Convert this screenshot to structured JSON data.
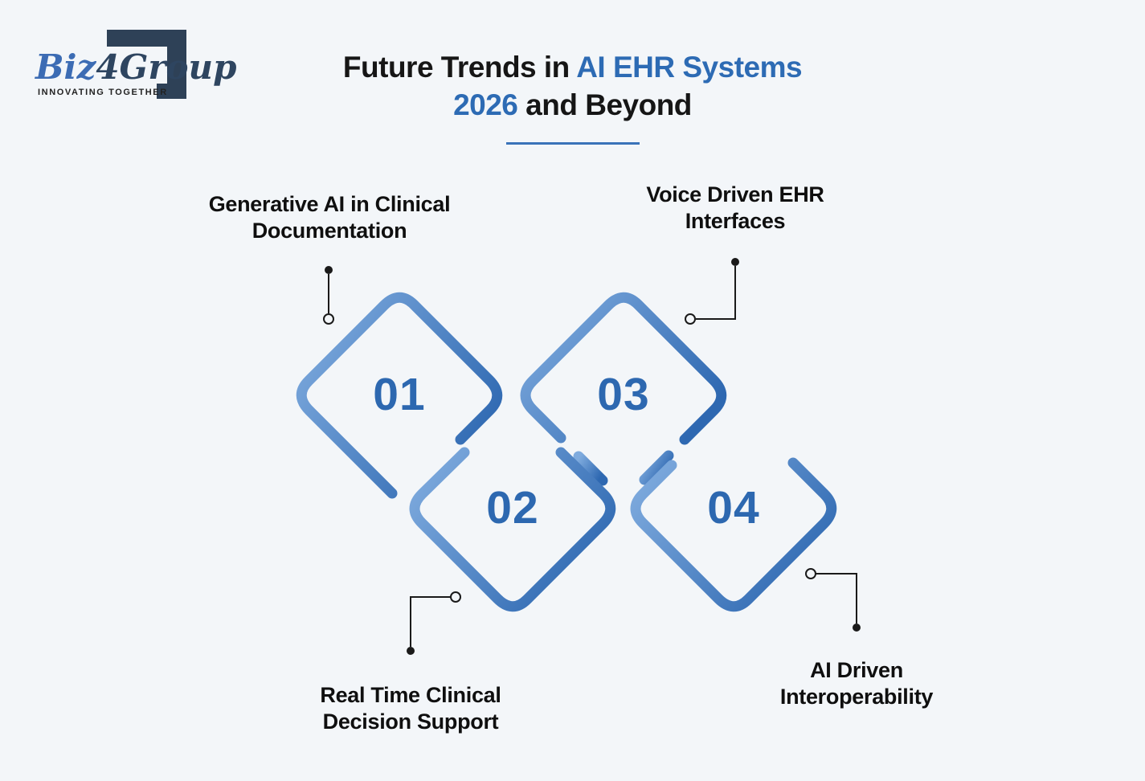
{
  "logo": {
    "brand_prefix": "Biz",
    "brand_mid": "4",
    "brand_suffix": "Group",
    "tagline": "INNOVATING TOGETHER"
  },
  "title": {
    "line1_black": "Future Trends in ",
    "line1_blue": "AI EHR Systems",
    "line2_blue": "2026",
    "line2_black": " and Beyond"
  },
  "diagram": {
    "items": [
      {
        "number": "01",
        "label_line1": "Generative AI in Clinical",
        "label_line2": "Documentation"
      },
      {
        "number": "02",
        "label_line1": "Real Time Clinical",
        "label_line2": "Decision Support"
      },
      {
        "number": "03",
        "label_line1": "Voice Driven EHR",
        "label_line2": "Interfaces"
      },
      {
        "number": "04",
        "label_line1": "AI Driven",
        "label_line2": "Interoperability"
      }
    ]
  },
  "colors": {
    "background": "#f3f6f9",
    "diamond_gradient_light": "#7fabde",
    "diamond_gradient_dark": "#2e68b1",
    "diamond_piece": "#3d76bc",
    "number_blue": "#2d68b0",
    "title_accent_blue": "#2d6bb4",
    "title_text": "#161616",
    "label_text": "#0f0f0f",
    "connector": "#1a1a1a",
    "divider": "#3a73b9",
    "logo_navy": "#2e4157",
    "logo_blue": "#3c6cb4",
    "connector_dot_fill": "#f3f6f9"
  }
}
